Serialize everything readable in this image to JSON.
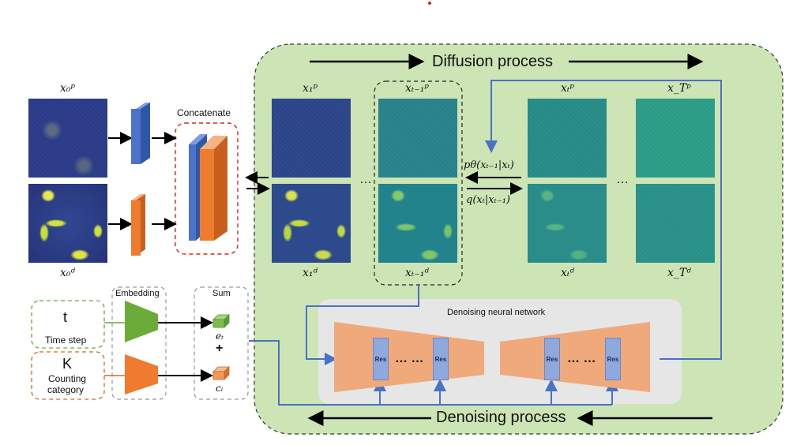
{
  "title_dot_color": "#d62020",
  "colors": {
    "green_panel": "#cde5b4",
    "gray_panel": "#e6e6e6",
    "trapezoid": "#efa97a",
    "blue_arrow": "#4a72c4",
    "orange_block": "#ee7b2e",
    "blue_block": "#4b74c9",
    "embed_green": "#6aab3a"
  },
  "labels": {
    "concatenate": "Concatenate",
    "diffusion_process": "Diffusion process",
    "denoising_process": "Denoising process",
    "denoising_network": "Denoising neural network",
    "embedding": "Embedding",
    "sum": "Sum",
    "t": "t",
    "time_step": "Time step",
    "k": "K",
    "counting": "Counting",
    "category": "category",
    "res": "Res",
    "plus": "+",
    "ellipsis": "…",
    "res_dots": "… …"
  },
  "math": {
    "x0p": "x₀ᵖ",
    "x0d": "x₀ᵈ",
    "x1p": "x₁ᵖ",
    "x1d": "x₁ᵈ",
    "xtm1p": "xₜ₋₁ᵖ",
    "xtm1d": "xₜ₋₁ᵈ",
    "xtp": "xₜᵖ",
    "xtd": "xₜᵈ",
    "xTp": "x_Tᵖ",
    "xTd": "x_Tᵈ",
    "p_theta": "pθ(xₜ₋₁|xₜ)",
    "q": "q(xₜ|xₜ₋₁)",
    "et": "eₜ",
    "ci": "cᵢ"
  }
}
